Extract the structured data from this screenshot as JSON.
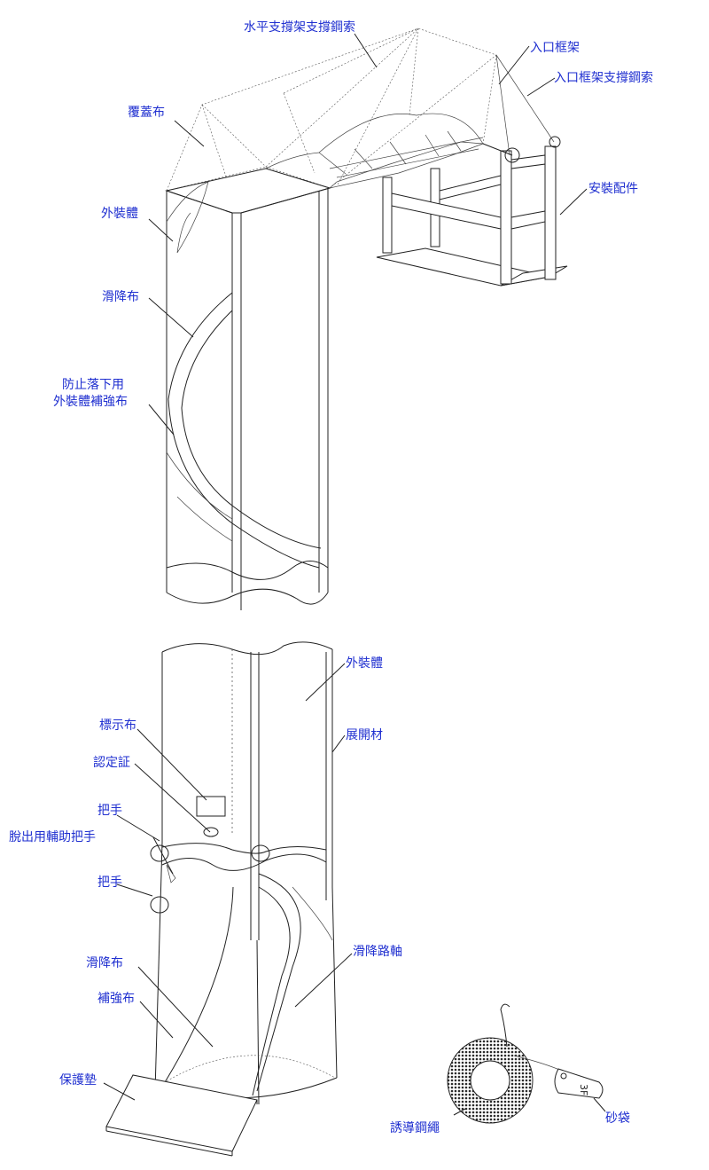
{
  "labels": {
    "horizontal_frame_cable": "水平支撐架支撐鋼索",
    "entry_frame": "入口框架",
    "entry_frame_cable": "入口框架支撐鋼索",
    "cover_cloth": "覆蓋布",
    "outer_body_top": "外裝體",
    "install_fittings": "安裝配件",
    "slide_cloth_top": "滑降布",
    "fall_prevention_line1": "防止落下用",
    "fall_prevention_line2": "外裝體補強布",
    "outer_body_bottom": "外裝體",
    "deploy_material": "展開材",
    "sign_cloth": "標示布",
    "certification": "認定証",
    "handle_upper": "把手",
    "escape_aux_handle": "脫出用輔助把手",
    "handle_lower": "把手",
    "slide_cloth_bottom": "滑降布",
    "slide_axis": "滑降路軸",
    "reinforce_cloth": "補強布",
    "protect_mat": "保護墊",
    "guide_rope": "誘導鋼繩",
    "sandbag": "砂袋",
    "sandbag_tag": "3F"
  },
  "colors": {
    "label": "#1f2fd0",
    "line": "#222222",
    "rope_coil": "#2a2a2a"
  }
}
